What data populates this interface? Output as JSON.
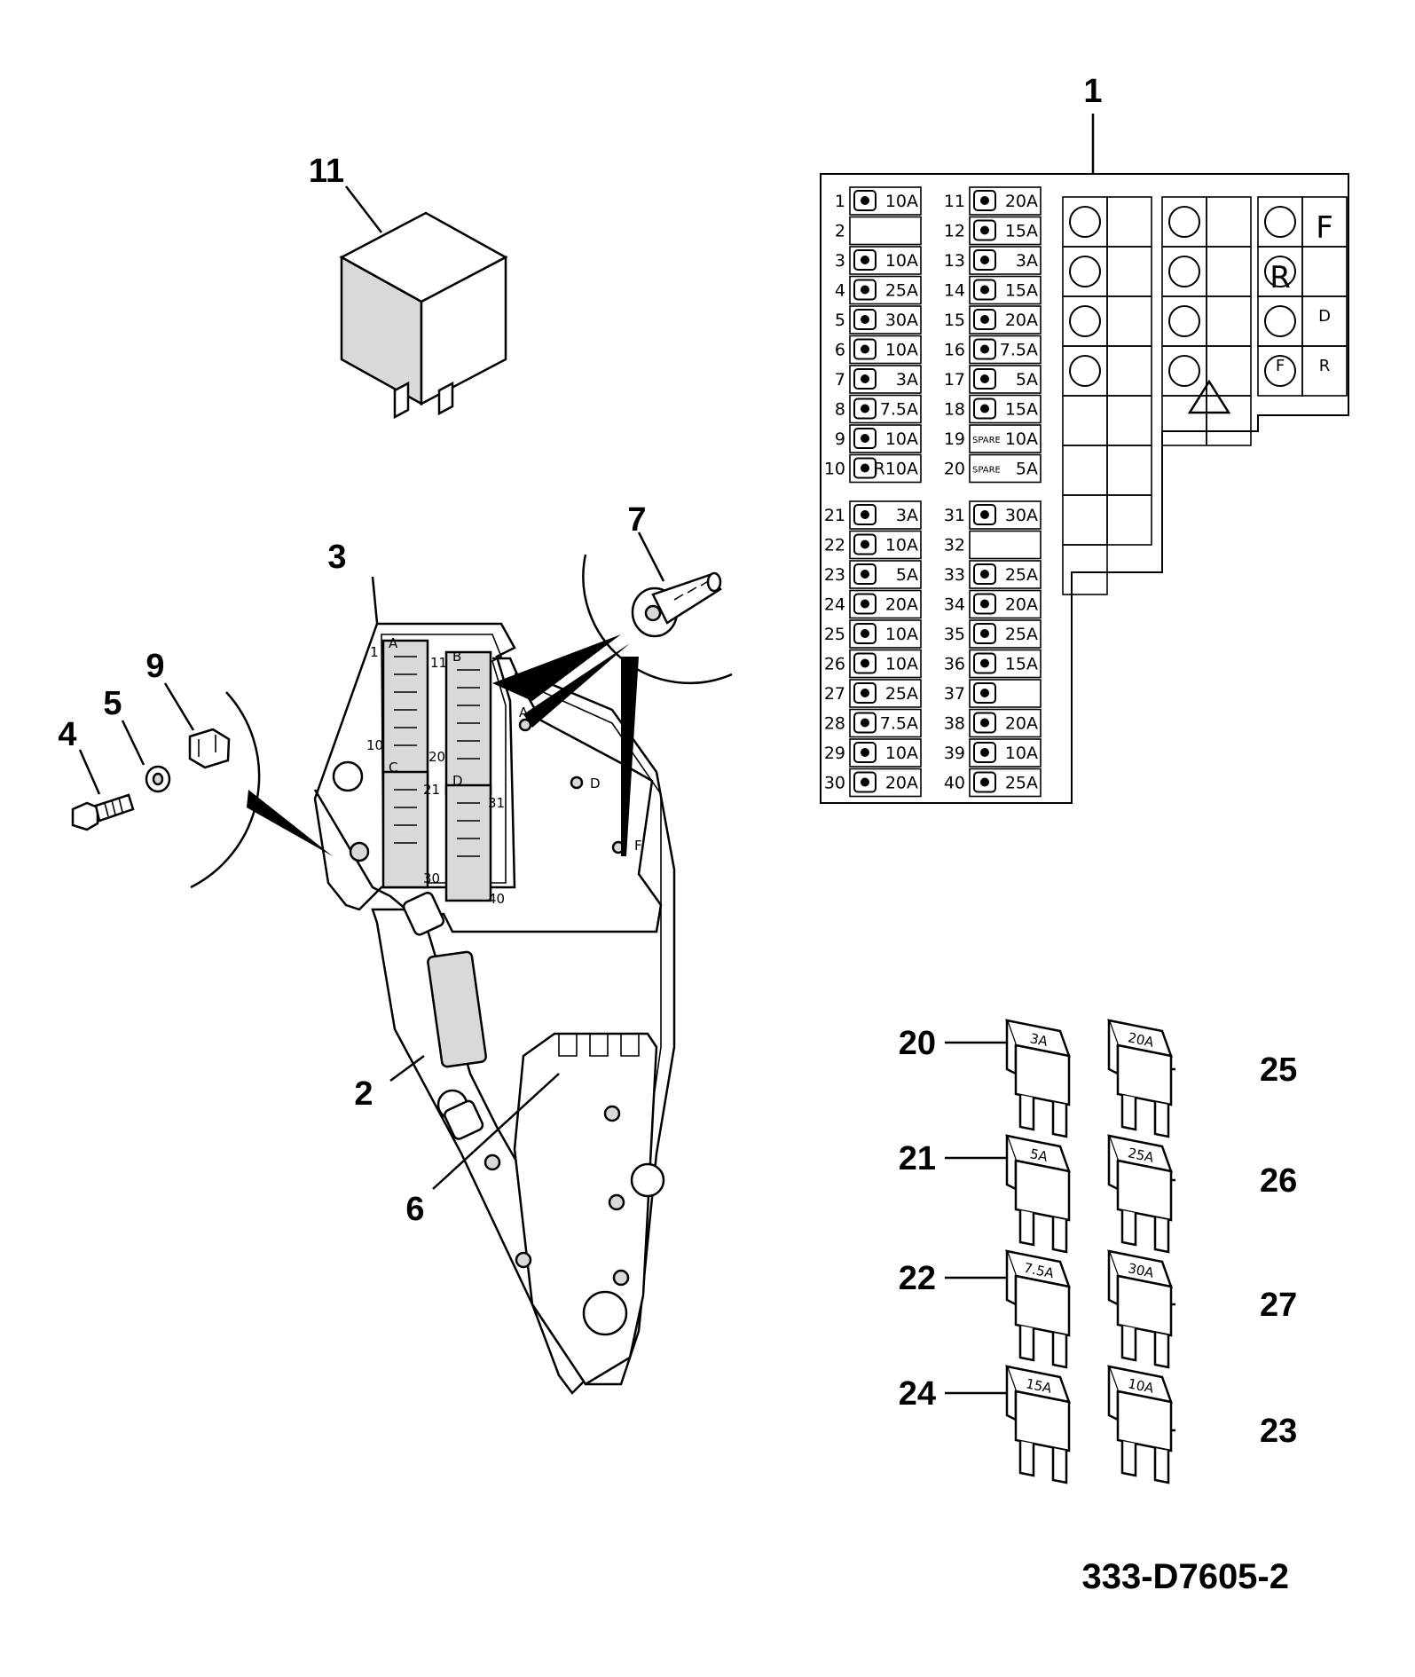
{
  "drawing_number": "333-D7605-2",
  "callouts": {
    "label_sheet": "1",
    "fuse_board": "2",
    "board_cover": "3",
    "bolt": "4",
    "washer": "5",
    "bracket": "6",
    "screw": "7",
    "clip_nut": "9",
    "relay": "11",
    "fuse_3a": "20",
    "fuse_5a": "21",
    "fuse_7_5a": "22",
    "fuse_10a": "23",
    "fuse_15a": "24",
    "fuse_20a": "25",
    "fuse_25a": "26",
    "fuse_30a": "27"
  },
  "fuse_sheet": {
    "column_a": [
      {
        "n": "1",
        "icon": "cab-seat-icon",
        "rating": "10A"
      },
      {
        "n": "2",
        "icon": "",
        "rating": ""
      },
      {
        "n": "3",
        "icon": "engine-icon",
        "rating": "10A"
      },
      {
        "n": "4",
        "icon": "fan-icon",
        "rating": "25A"
      },
      {
        "n": "5",
        "icon": "heater-icon",
        "rating": "30A"
      },
      {
        "n": "6",
        "icon": "indicator-arrows-icon",
        "rating": "10A"
      },
      {
        "n": "7",
        "icon": "wiper-icon",
        "rating": "3A"
      },
      {
        "n": "8",
        "icon": "instrument-icon",
        "rating": "7.5A"
      },
      {
        "n": "9",
        "icon": "rear-screen-heater-icon",
        "rating": "10A"
      },
      {
        "n": "10",
        "icon": "reverse-light-icon",
        "rating": "R10A"
      }
    ],
    "column_b": [
      {
        "n": "11",
        "icon": "blower-icon",
        "rating": "20A"
      },
      {
        "n": "12",
        "icon": "air-con-icon",
        "rating": "15A"
      },
      {
        "n": "13",
        "icon": "side-light-icon",
        "rating": "3A"
      },
      {
        "n": "14",
        "icon": "dipped-beam-icon",
        "rating": "15A"
      },
      {
        "n": "15",
        "icon": "main-beam-icon",
        "rating": "20A"
      },
      {
        "n": "16",
        "icon": "side-light-icon",
        "rating": "7.5A"
      },
      {
        "n": "17",
        "icon": "side-light-icon",
        "rating": "5A"
      },
      {
        "n": "18",
        "icon": "seat-icon",
        "rating": "15A"
      },
      {
        "n": "19",
        "icon": "spare-icon",
        "rating": "10A"
      },
      {
        "n": "20",
        "icon": "spare-icon",
        "rating": "5A"
      }
    ],
    "column_c": [
      {
        "n": "21",
        "icon": "ignition-icon",
        "rating": "3A"
      },
      {
        "n": "22",
        "icon": "motor-icon",
        "rating": "10A"
      },
      {
        "n": "23",
        "icon": "gear-icon",
        "rating": "5A"
      },
      {
        "n": "24",
        "icon": "gear-icon",
        "rating": "20A"
      },
      {
        "n": "25",
        "icon": "warning-light-icon",
        "rating": "10A"
      },
      {
        "n": "26",
        "icon": "side-light-icon",
        "rating": "10A"
      },
      {
        "n": "27",
        "icon": "horn-icon",
        "rating": "25A"
      },
      {
        "n": "28",
        "icon": "beacon-icon",
        "rating": "7.5A"
      },
      {
        "n": "29",
        "icon": "radio-icon",
        "rating": "10A"
      },
      {
        "n": "30",
        "icon": "hazard-icon",
        "rating": "20A"
      }
    ],
    "column_d": [
      {
        "n": "31",
        "icon": "ignition-icon",
        "rating": "30A"
      },
      {
        "n": "32",
        "icon": "",
        "rating": ""
      },
      {
        "n": "33",
        "icon": "fog-light-icon",
        "rating": "25A"
      },
      {
        "n": "34",
        "icon": "interior-light-icon",
        "rating": "20A"
      },
      {
        "n": "35",
        "icon": "work-light-icon",
        "rating": "25A"
      },
      {
        "n": "36",
        "icon": "work-light-icon",
        "rating": "15A"
      },
      {
        "n": "37",
        "icon": "boom-icon",
        "rating": ""
      },
      {
        "n": "38",
        "icon": "seat-heater-icon",
        "rating": "20A"
      },
      {
        "n": "39",
        "icon": "radio-icon",
        "rating": "10A"
      },
      {
        "n": "40",
        "icon": "rear-wiper-icon",
        "rating": "25A"
      }
    ],
    "spare_text": "SPARE",
    "relay_grid_text": [
      "F",
      "R"
    ],
    "relay_grid_gear_letters": [
      "D",
      "F",
      "R"
    ]
  },
  "loose_fuses": [
    {
      "callout": "20",
      "rating": "3A"
    },
    {
      "callout": "25",
      "rating": "20A"
    },
    {
      "callout": "21",
      "rating": "5A"
    },
    {
      "callout": "26",
      "rating": "25A"
    },
    {
      "callout": "22",
      "rating": "7.5A"
    },
    {
      "callout": "27",
      "rating": "30A"
    },
    {
      "callout": "24",
      "rating": "15A"
    },
    {
      "callout": "23",
      "rating": "10A"
    }
  ],
  "board_markings": {
    "socket_a": "A",
    "socket_b": "B",
    "socket_c": "C",
    "socket_d": "D",
    "corner_a": "A",
    "corner_d": "D",
    "corner_f": "F",
    "row_first": "1",
    "row_tenth": "10",
    "row_eleventh": "11",
    "row_twentieth": "20",
    "row_twentyfirst": "21",
    "row_thirty": "30",
    "row_thirtyone": "31",
    "row_forty": "40"
  }
}
